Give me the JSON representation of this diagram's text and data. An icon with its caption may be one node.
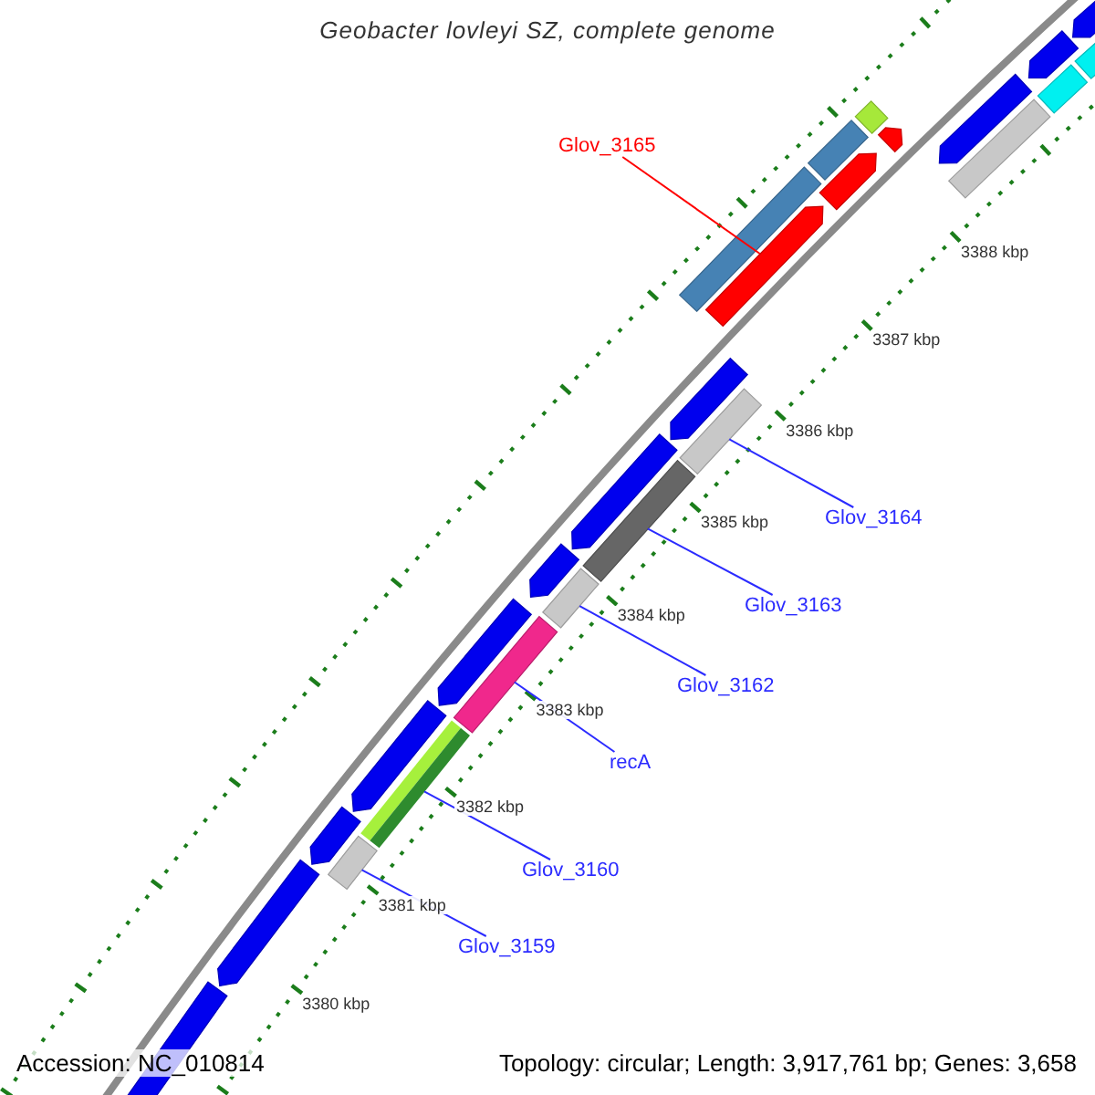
{
  "diagram": {
    "title": "Geobacter lovleyi SZ, complete genome",
    "nodes": [
      {
        "text": [
          "Glov_3165"
        ]
      },
      {
        "text": [],
        "shape": "bar"
      },
      {
        "text": [
          "Glov_3164"
        ]
      },
      {
        "text": [],
        "shape": "bar"
      },
      {
        "text": [
          "Glov_3163"
        ]
      },
      {
        "text": [],
        "shape": "bar"
      },
      {
        "text": [
          "Glov_3162"
        ]
      },
      {
        "text": [],
        "shape": "bar"
      },
      {
        "text": [
          "recA"
        ]
      },
      {
        "text": [],
        "shape": "bar"
      },
      {
        "text": [
          "Glov_3160"
        ]
      },
      {
        "text": [],
        "shape": "bar"
      },
      {
        "text": [
          "Glov_3159"
        ]
      },
      {
        "text": [],
        "shape": "bar"
      }
    ],
    "edges": [
      {
        "from": 0,
        "to": 1,
        "arrow": "none",
        "color": "#ff0000"
      },
      {
        "from": 2,
        "to": 3,
        "arrow": "none"
      },
      {
        "from": 4,
        "to": 5,
        "arrow": "none"
      },
      {
        "from": 6,
        "to": 7,
        "arrow": "none"
      },
      {
        "from": 8,
        "to": 9,
        "arrow": "none"
      },
      {
        "from": 10,
        "to": 11,
        "arrow": "none"
      },
      {
        "from": 12,
        "to": 13,
        "arrow": "none"
      }
    ],
    "labels": [
      "3388 kbp",
      "3387 kbp",
      "3386 kbp",
      "3385 kbp",
      "3384 kbp",
      "3383 kbp",
      "3382 kbp",
      "3381 kbp",
      "3380 kbp",
      "Accession: NC_010814",
      "Topology: circular; Length: 3,917,761 bp; Genes: 3,658"
    ]
  }
}
